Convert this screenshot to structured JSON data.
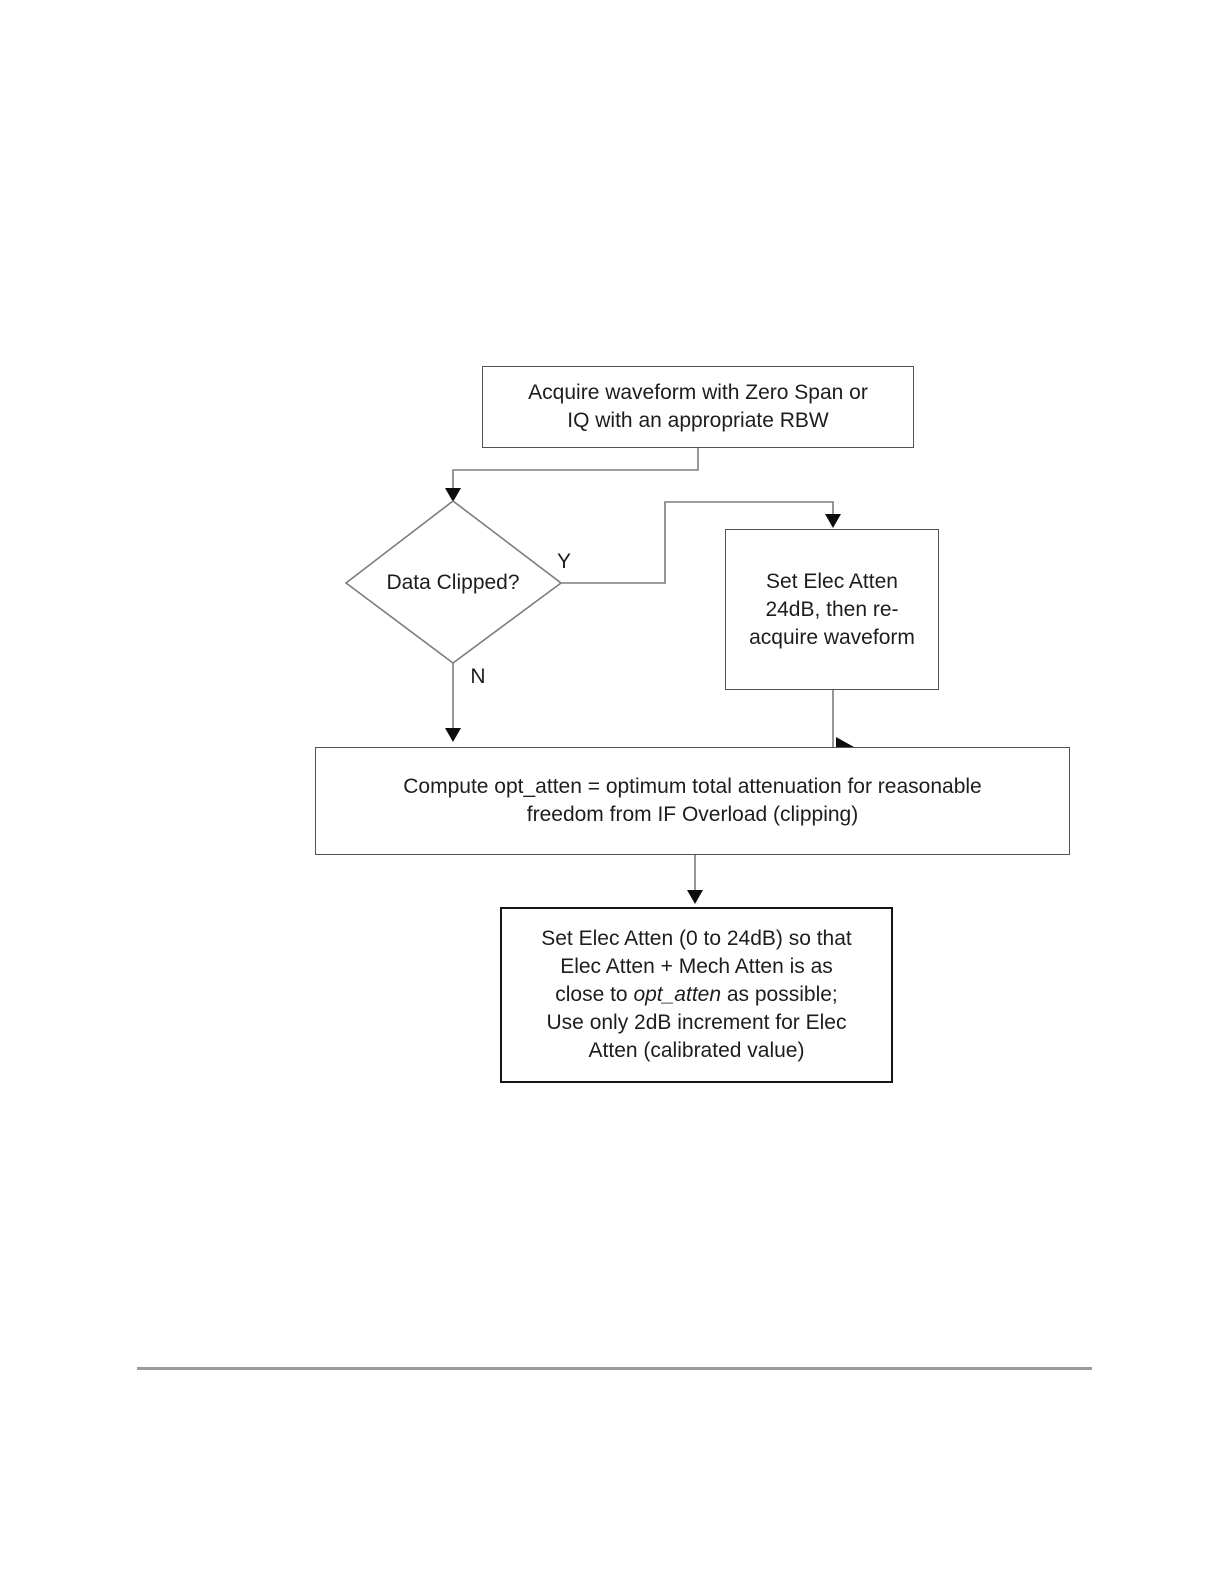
{
  "diagram": {
    "acquire_box": {
      "line1": "Acquire waveform with Zero Span or",
      "line2": "IQ with an appropriate RBW"
    },
    "decision": {
      "label": "Data Clipped?",
      "yes_label": "Y",
      "no_label": "N"
    },
    "set_elec_box": {
      "line1": "Set Elec Atten",
      "line2": "24dB, then re-",
      "line3": "acquire waveform"
    },
    "compute_box": {
      "line1": "Compute opt_atten = optimum total attenuation for reasonable",
      "line2": "freedom from IF Overload (clipping)"
    },
    "final_box": {
      "line1": "Set Elec Atten (0 to 24dB) so that",
      "line2": "Elec Atten + Mech Atten is as",
      "line3_pre": "close to ",
      "line3_italic": "opt_atten",
      "line3_post": " as possible;",
      "line4": "Use only 2dB increment for Elec",
      "line5": "Atten (calibrated value)"
    },
    "colors": {
      "background": "#ffffff",
      "text": "#1d1d1d",
      "box_border": "#545454",
      "final_box_border": "#161616",
      "connector": "#7d7d7d",
      "arrowhead": "#0d0d0d",
      "footer_rule": "#9b9b9b"
    }
  }
}
